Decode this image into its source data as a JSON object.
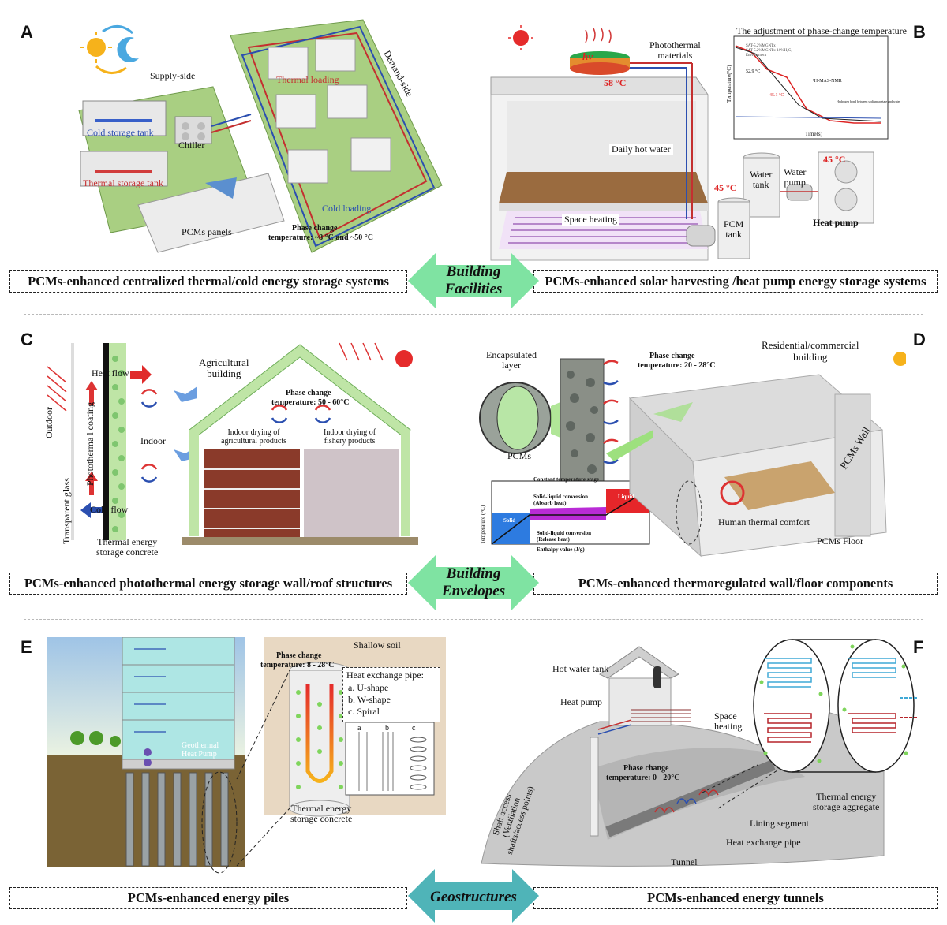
{
  "panels": {
    "A": "A",
    "B": "B",
    "C": "C",
    "D": "D",
    "E": "E",
    "F": "F"
  },
  "categories": {
    "facilities": [
      "Building",
      "Facilities"
    ],
    "envelopes": [
      "Building",
      "Envelopes"
    ],
    "geostructures": [
      "Geostructures"
    ]
  },
  "captions": {
    "A": "PCMs-enhanced centralized thermal/cold energy storage systems",
    "B": "PCMs-enhanced solar harvesting /heat pump energy storage systems",
    "C": "PCMs-enhanced photothermal energy storage wall/roof structures",
    "D": "PCMs-enhanced thermoregulated wall/floor components",
    "E": "PCMs-enhanced energy piles",
    "F": "PCMs-enhanced energy tunnels"
  },
  "panelA": {
    "supply_side": "Supply-side",
    "demand_side": "Demand-side",
    "thermal_loading": "Thermal loading",
    "cold_loading": "Cold loading",
    "cold_tank": "Cold storage tank",
    "thermal_tank": "Thermal storage tank",
    "chiller": "Chiller",
    "pcm_panels": "PCMs panels",
    "phase_change": "Phase change",
    "temperature": "temperature: ~8 °C and ~50 °C"
  },
  "panelB": {
    "hv": "hv",
    "photothermal": [
      "Photothermal",
      "materials"
    ],
    "temp58": "58 °C",
    "chart_title": "The adjustment of phase-change temperature",
    "daily_hot_water": "Daily hot water",
    "space_heating": "Space heating",
    "temp45a": "45 °C",
    "temp45b": "45 °C",
    "water_tank": [
      "Water",
      "tank"
    ],
    "water_pump": [
      "Water",
      "pump"
    ],
    "pcm_tank": [
      "PCM",
      "tank"
    ],
    "heat_pump": "Heat pump",
    "chart_ylabel": "Temperature(°C)",
    "chart_xlabel": "Time(s)",
    "legend": [
      "SAT-5.2%MGNTx",
      "SAT-5.2%MGNTx-10%H₂C₃",
      "Environment"
    ],
    "annot": [
      "52.9 °C",
      "45.1 °C",
      "¹H-MAS-NMR",
      "Hydrogen bond between sodium acetate and water"
    ]
  },
  "panelC": {
    "heat_flow": "Heat flow",
    "cold_flow": "Cold flow",
    "outdoor": "Outdoor",
    "indoor": "Indoor",
    "coating": "Phototherma l coating",
    "glass": "Transparent glass",
    "concrete": [
      "Thermal energy",
      "storage concrete"
    ],
    "agri": [
      "Agricultural",
      "building"
    ],
    "phase_change": "Phase change",
    "temperature": "temperature:  50 - 60°C",
    "drying1": [
      "Indoor drying of",
      "agricultural products"
    ],
    "drying2": [
      "Indoor drying of",
      "fishery products"
    ]
  },
  "panelD": {
    "encap": [
      "Encapsulated",
      "layer"
    ],
    "pcms": "PCMs",
    "phase_change": "Phase change",
    "temperature": "temperature:  20 - 28°C",
    "res": [
      "Residential/commercial",
      "building"
    ],
    "pcm_wall": "PCMs Wall",
    "pcm_floor": "PCMs Floor",
    "comfort": "Human thermal comfort",
    "const_stage": "Constant temperature stage",
    "absorb": [
      "Solid-liquid conversion",
      "(Absorb heat)"
    ],
    "release": [
      "Solid-liquid conversion",
      "(Release heat)"
    ],
    "solid": "Solid",
    "liquid": "Liquid",
    "ylabel": "Temperature (°C)",
    "xlabel": "Enthalpy value (J/g)"
  },
  "panelE": {
    "geo": [
      "Geothermal",
      "Heat Pump"
    ],
    "shallow_soil": "Shallow soil",
    "phase_change": "Phase change",
    "temperature": "temperature:  8 - 28°C",
    "pipe_title": "Heat exchange pipe:",
    "pipe_items": [
      "a.   U-shape",
      "b.   W-shape",
      "c.   Spiral"
    ],
    "abc": [
      "a",
      "b",
      "c"
    ],
    "concrete": [
      "Thermal energy",
      "storage concrete"
    ]
  },
  "panelF": {
    "hot_water_tank": "Hot water tank",
    "heat_pump": "Heat pump",
    "space_heating": [
      "Space",
      "heating"
    ],
    "phase_change": "Phase change",
    "temperature": "temperature:  0 - 20°C",
    "shaft": [
      "Shaft access",
      "(Ventilation",
      "shafts/access points)"
    ],
    "lining": "Lining segment",
    "pipe": "Heat exchange pipe",
    "tunnel": "Tunnel",
    "aggregate": [
      "Thermal energy",
      "storage aggregate"
    ]
  },
  "colors": {
    "arrow_green": "#7fe3a2",
    "arrow_teal": "#4fb4b8",
    "floor_green": "#9bc878",
    "red": "#d42a2a",
    "blue": "#2d54c8"
  }
}
